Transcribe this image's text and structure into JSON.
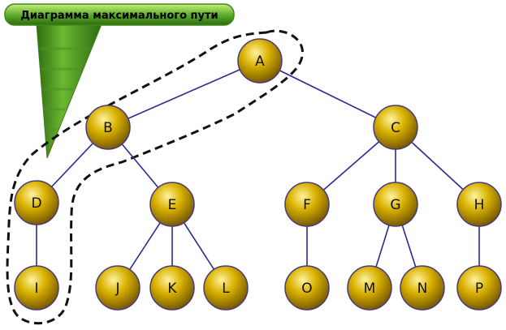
{
  "callout": {
    "text": "Диаграмма максимального пути"
  },
  "tree": {
    "nodes": [
      {
        "id": "A",
        "label": "A"
      },
      {
        "id": "B",
        "label": "B"
      },
      {
        "id": "C",
        "label": "C"
      },
      {
        "id": "D",
        "label": "D"
      },
      {
        "id": "E",
        "label": "E"
      },
      {
        "id": "F",
        "label": "F"
      },
      {
        "id": "G",
        "label": "G"
      },
      {
        "id": "H",
        "label": "H"
      },
      {
        "id": "I",
        "label": "I"
      },
      {
        "id": "J",
        "label": "J"
      },
      {
        "id": "K",
        "label": "K"
      },
      {
        "id": "L",
        "label": "L"
      },
      {
        "id": "O",
        "label": "O"
      },
      {
        "id": "M",
        "label": "M"
      },
      {
        "id": "N",
        "label": "N"
      },
      {
        "id": "P",
        "label": "P"
      }
    ],
    "edges": [
      [
        "A",
        "B"
      ],
      [
        "A",
        "C"
      ],
      [
        "B",
        "D"
      ],
      [
        "B",
        "E"
      ],
      [
        "C",
        "F"
      ],
      [
        "C",
        "G"
      ],
      [
        "C",
        "H"
      ],
      [
        "D",
        "I"
      ],
      [
        "E",
        "J"
      ],
      [
        "E",
        "K"
      ],
      [
        "E",
        "L"
      ],
      [
        "F",
        "O"
      ],
      [
        "G",
        "M"
      ],
      [
        "G",
        "N"
      ],
      [
        "H",
        "P"
      ]
    ],
    "highlighted_path": [
      "A",
      "B",
      "D",
      "I"
    ]
  },
  "colors": {
    "node_fill": "#c9a100",
    "node_stroke": "#4a3a7a",
    "edge": "#2b2b8c",
    "callout_fill": "#4f9a1c",
    "callout_dark": "#2f6a10",
    "path_outline": "#111111"
  }
}
